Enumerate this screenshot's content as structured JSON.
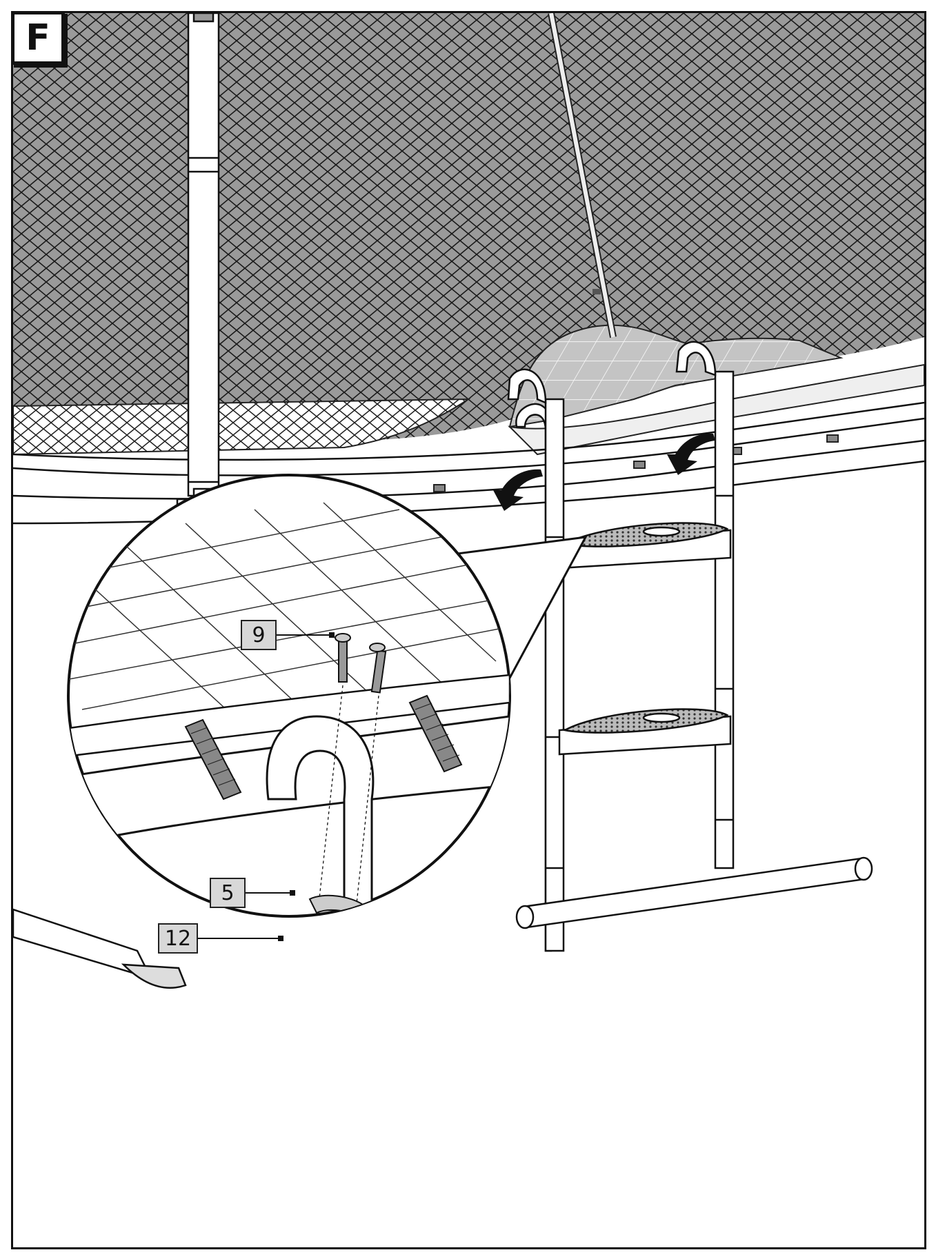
{
  "step": {
    "letter": "F"
  },
  "callouts": [
    {
      "id": "screw",
      "number": "9",
      "part": "screw-bolt"
    },
    {
      "id": "clamp",
      "number": "5",
      "part": "curved-clamp"
    },
    {
      "id": "wingnut",
      "number": "12",
      "part": "wing-nut"
    }
  ],
  "icons": {
    "left_arrow": "curved-arrow-down-icon",
    "right_arrow": "curved-arrow-down-icon"
  }
}
